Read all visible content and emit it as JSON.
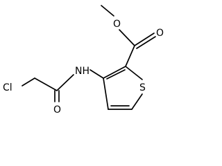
{
  "molecule": {
    "atoms": {
      "chlorine": "Cl",
      "amide_oxygen": "O",
      "amine_nitrogen": "NH",
      "ester_ether_oxygen": "O",
      "ester_carbonyl_oxygen": "O",
      "ring_sulfur": "S"
    },
    "colors": {
      "bond": "#000000",
      "label": "#000000",
      "background": "#ffffff"
    }
  }
}
